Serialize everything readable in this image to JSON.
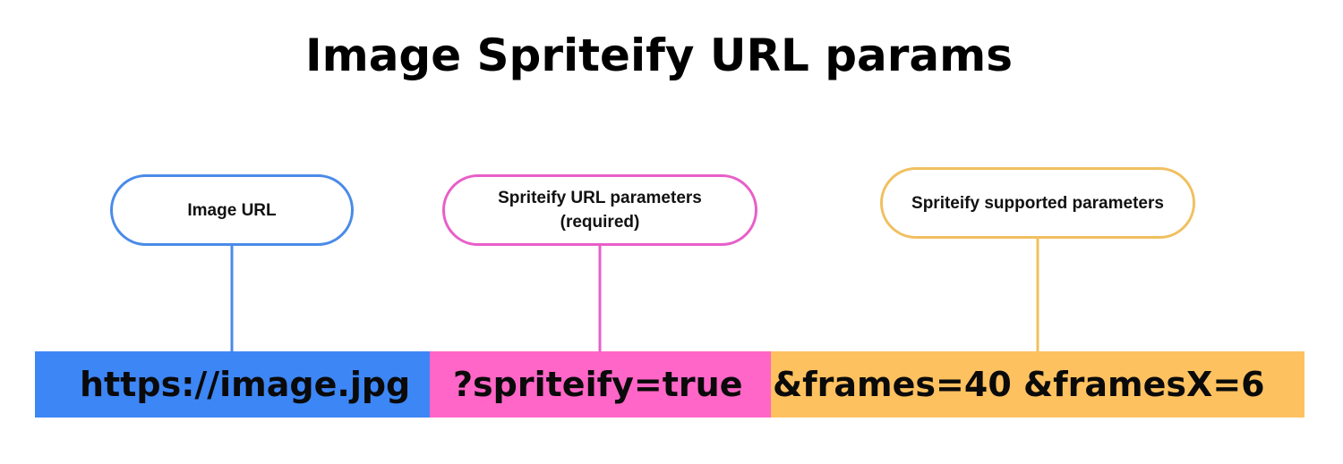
{
  "title": "Image Spriteify URL params",
  "callouts": [
    {
      "label": "Image URL",
      "color": "#4a8be8"
    },
    {
      "label": "Spriteify URL parameters\n(required)",
      "color": "#e85fc8"
    },
    {
      "label": "Spriteify supported parameters",
      "color": "#f0c060"
    }
  ],
  "segments": [
    {
      "text": "https://image.jpg",
      "color": "#3d86f5"
    },
    {
      "text": "?spriteify=true",
      "color": "#ff66c7"
    },
    {
      "text": "&frames=40 &framesX=6",
      "color": "#fec160"
    }
  ]
}
